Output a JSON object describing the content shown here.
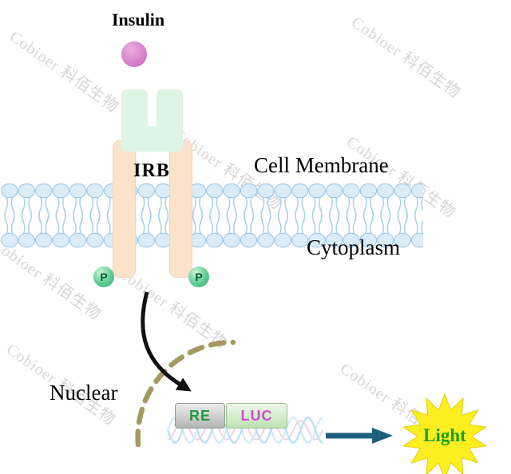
{
  "watermark": {
    "text": "Cobioer 科佰生物"
  },
  "labels": {
    "insulin": "Insulin",
    "receptor": "IRB",
    "cell_membrane": "Cell Membrane",
    "cytoplasm": "Cytoplasm",
    "nuclear": "Nuclear",
    "light": "Light"
  },
  "phosphorylation": {
    "symbol": "P"
  },
  "reporter": {
    "re": "RE",
    "luc": "LUC"
  },
  "colors": {
    "insulin": "#d476c4",
    "receptor-alpha": "#def4e5",
    "receptor-beta": "#fbe3ca",
    "lipid-head": "#d9ecf8",
    "lipid-outline": "#98c4e4",
    "lipid-tail": "#a8d2ec",
    "phospho": "#5ecb92",
    "nuclear-dash": "#a5995f",
    "dna-blue": "#b9dff2",
    "dna-blue2": "#d2ebf7",
    "dna-pink": "#eccbe3",
    "re-text": "#1e9c43",
    "luc-text": "#cb50cd",
    "light-text": "#1ba11b",
    "star": "#fcee21",
    "star-edge": "#e3ce00",
    "arrow": "#111111",
    "arrow-teal": "#1e5f80",
    "watermark": "#d6d6d6"
  }
}
